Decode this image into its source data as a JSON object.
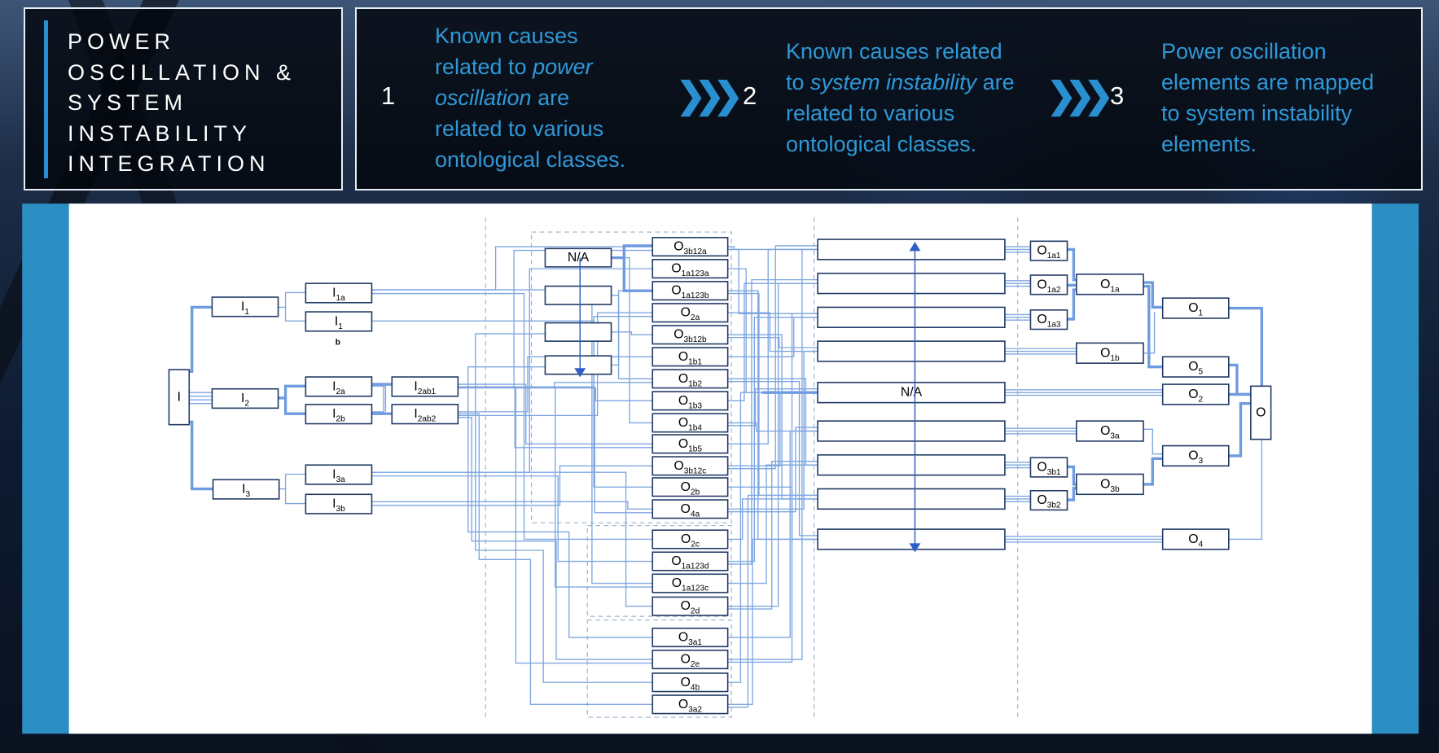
{
  "title": {
    "lines": [
      "POWER",
      "OSCILLATION &",
      "SYSTEM",
      "INSTABILITY",
      "INTEGRATION"
    ]
  },
  "steps": [
    {
      "number": "1",
      "lines": [
        [
          {
            "t": "Known causes"
          }
        ],
        [
          {
            "t": "related to "
          },
          {
            "t": "power",
            "i": true
          }
        ],
        [
          {
            "t": "oscillation",
            "i": true
          },
          {
            "t": " are"
          }
        ],
        [
          {
            "t": "related to various"
          }
        ],
        [
          {
            "t": "ontological classes."
          }
        ]
      ]
    },
    {
      "number": "2",
      "lines": [
        [
          {
            "t": "Known causes related"
          }
        ],
        [
          {
            "t": "to "
          },
          {
            "t": "system instability",
            "i": true
          },
          {
            "t": " are"
          }
        ],
        [
          {
            "t": "related to various"
          }
        ],
        [
          {
            "t": "ontological classes."
          }
        ]
      ]
    },
    {
      "number": "3",
      "lines": [
        [
          {
            "t": "Power oscillation"
          }
        ],
        [
          {
            "t": "elements are mapped"
          }
        ],
        [
          {
            "t": "to system instability"
          }
        ],
        [
          {
            "t": "elements."
          }
        ]
      ]
    }
  ],
  "arrow_icon": "triple-chevron-right-icon",
  "colors": {
    "accent": "#2f98d6",
    "band": "#2b8fc4",
    "wire": "#7ea6e0",
    "box_border": "#1f3864"
  },
  "diagram": {
    "boxes": [
      {
        "id": "I",
        "main": "I",
        "sub": ""
      },
      {
        "id": "I1",
        "main": "I",
        "sub": "1"
      },
      {
        "id": "I2",
        "main": "I",
        "sub": "2"
      },
      {
        "id": "I3",
        "main": "I",
        "sub": "3"
      },
      {
        "id": "I1a",
        "main": "I",
        "sub": "1a"
      },
      {
        "id": "I1b",
        "main": "I",
        "sub": "1"
      },
      {
        "id": "I2a",
        "main": "I",
        "sub": "2a"
      },
      {
        "id": "I2b",
        "main": "I",
        "sub": "2b"
      },
      {
        "id": "I3a",
        "main": "I",
        "sub": "3a"
      },
      {
        "id": "I3b",
        "main": "I",
        "sub": "3b"
      },
      {
        "id": "I2ab1",
        "main": "I",
        "sub": "2ab1"
      },
      {
        "id": "I2ab2",
        "main": "I",
        "sub": "2ab2"
      },
      {
        "id": "NA1",
        "main": "N/A",
        "sub": ""
      },
      {
        "id": "E1",
        "main": "",
        "sub": ""
      },
      {
        "id": "E2",
        "main": "",
        "sub": ""
      },
      {
        "id": "E3",
        "main": "",
        "sub": ""
      },
      {
        "id": "M0",
        "main": "O",
        "sub": "3b12a"
      },
      {
        "id": "M1",
        "main": "O",
        "sub": "1a123a"
      },
      {
        "id": "M2",
        "main": "O",
        "sub": "1a123b"
      },
      {
        "id": "M3",
        "main": "O",
        "sub": "2a"
      },
      {
        "id": "M4",
        "main": "O",
        "sub": "3b12b"
      },
      {
        "id": "M5",
        "main": "O",
        "sub": "1b1"
      },
      {
        "id": "M6",
        "main": "O",
        "sub": "1b2"
      },
      {
        "id": "M7",
        "main": "O",
        "sub": "1b3"
      },
      {
        "id": "M8",
        "main": "O",
        "sub": "1b4"
      },
      {
        "id": "M9",
        "main": "O",
        "sub": "1b5"
      },
      {
        "id": "M10",
        "main": "O",
        "sub": "3b12c"
      },
      {
        "id": "M11",
        "main": "O",
        "sub": "2b"
      },
      {
        "id": "M12",
        "main": "O",
        "sub": "4a"
      },
      {
        "id": "M13",
        "main": "O",
        "sub": "2c"
      },
      {
        "id": "M14",
        "main": "O",
        "sub": "1a123d"
      },
      {
        "id": "M15",
        "main": "O",
        "sub": "1a123c"
      },
      {
        "id": "M16",
        "main": "O",
        "sub": "2d"
      },
      {
        "id": "M17",
        "main": "O",
        "sub": "3a1"
      },
      {
        "id": "M18",
        "main": "O",
        "sub": "2e"
      },
      {
        "id": "M19",
        "main": "O",
        "sub": "4b"
      },
      {
        "id": "M20",
        "main": "O",
        "sub": "3a2"
      },
      {
        "id": "R0",
        "main": "",
        "sub": ""
      },
      {
        "id": "R1",
        "main": "",
        "sub": ""
      },
      {
        "id": "R2",
        "main": "",
        "sub": ""
      },
      {
        "id": "R3",
        "main": "",
        "sub": ""
      },
      {
        "id": "R4",
        "main": "N/A",
        "sub": ""
      },
      {
        "id": "R5",
        "main": "",
        "sub": ""
      },
      {
        "id": "R6",
        "main": "",
        "sub": ""
      },
      {
        "id": "R7",
        "main": "",
        "sub": ""
      },
      {
        "id": "R8",
        "main": "",
        "sub": ""
      },
      {
        "id": "O1a1",
        "main": "O",
        "sub": "1a1"
      },
      {
        "id": "O1a2",
        "main": "O",
        "sub": "1a2"
      },
      {
        "id": "O1a3",
        "main": "O",
        "sub": "1a3"
      },
      {
        "id": "O3b1",
        "main": "O",
        "sub": "3b1"
      },
      {
        "id": "O3b2",
        "main": "O",
        "sub": "3b2"
      },
      {
        "id": "O1a",
        "main": "O",
        "sub": "1a"
      },
      {
        "id": "O1b",
        "main": "O",
        "sub": "1b"
      },
      {
        "id": "O3a",
        "main": "O",
        "sub": "3a"
      },
      {
        "id": "O3b",
        "main": "O",
        "sub": "3b"
      },
      {
        "id": "O1",
        "main": "O",
        "sub": "1"
      },
      {
        "id": "O5",
        "main": "O",
        "sub": "5"
      },
      {
        "id": "O2",
        "main": "O",
        "sub": "2"
      },
      {
        "id": "O3",
        "main": "O",
        "sub": "3"
      },
      {
        "id": "O4",
        "main": "O",
        "sub": "4"
      },
      {
        "id": "O",
        "main": "O",
        "sub": ""
      }
    ],
    "i1b_stray_label": "b"
  }
}
